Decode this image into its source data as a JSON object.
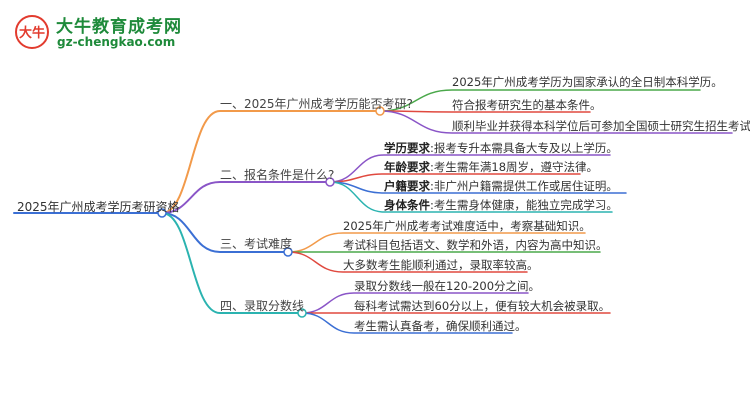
{
  "logo": {
    "site_name": "大牛教育成考网",
    "site_url": "gz-chengkao.com",
    "mark_text": "大牛"
  },
  "root": {
    "label": "2025年广州成考学历考研资格"
  },
  "branches": [
    {
      "label": "一、2025年广州成考学历能否考研?",
      "color": "#f29a4a",
      "children": [
        {
          "text": "2025年广州成考学历为国家承认的全日制本科学历。",
          "color": "#4aa84a"
        },
        {
          "text": "符合报考研究生的基本条件。",
          "color": "#e0493f"
        },
        {
          "text": "顺利毕业并获得本科学位后可参加全国硕士研究生招生考试。",
          "color": "#8a55c7"
        }
      ]
    },
    {
      "label": "二、报名条件是什么?",
      "color": "#8a55c7",
      "children": [
        {
          "bold": "学历要求",
          "text": ":报考专升本需具备大专及以上学历。",
          "color": "#8a55c7"
        },
        {
          "bold": "年龄要求",
          "text": ":考生需年满18周岁，遵守法律。",
          "color": "#e0493f"
        },
        {
          "bold": "户籍要求",
          "text": ":非广州户籍需提供工作或居住证明。",
          "color": "#3b6fd4"
        },
        {
          "bold": "身体条件",
          "text": ":考生需身体健康，能独立完成学习。",
          "color": "#2bb3b0"
        }
      ]
    },
    {
      "label": "三、考试难度",
      "color": "#3b6fd4",
      "children": [
        {
          "text": "2025年广州成考考试难度适中，考察基础知识。",
          "color": "#f29a4a"
        },
        {
          "text": "考试科目包括语文、数学和外语，内容为高中知识。",
          "color": "#4aa84a"
        },
        {
          "text": "大多数考生能顺利通过，录取率较高。",
          "color": "#e0493f"
        }
      ]
    },
    {
      "label": "四、录取分数线",
      "color": "#2bb3b0",
      "children": [
        {
          "text": "录取分数线一般在120-200分之间。",
          "color": "#8a55c7"
        },
        {
          "text": "每科考试需达到60分以上，便有较大机会被录取。",
          "color": "#e0493f"
        },
        {
          "text": "考生需认真备考，确保顺利通过。",
          "color": "#3b6fd4"
        }
      ]
    }
  ]
}
